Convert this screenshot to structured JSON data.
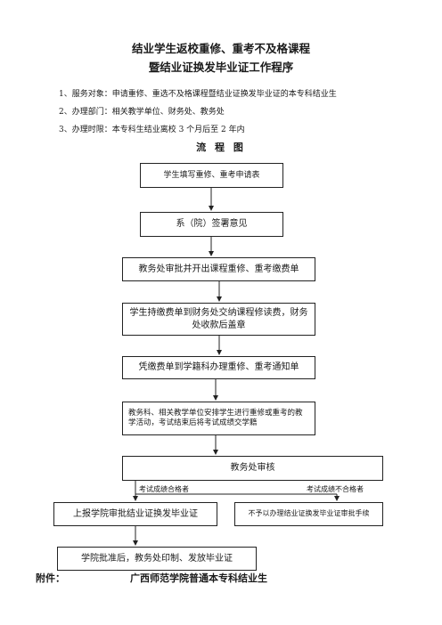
{
  "title": {
    "line1": "结业学生返校重修、重考不及格课程",
    "line2": "暨结业证换发毕业证工作程序"
  },
  "info": [
    "1、服务对象：申请重修、重选不及格课程暨结业证换发毕业证的本专科结业生",
    "2、办理部门：相关教学单位、财务处、教务处",
    "3、办理时限：本专科生结业离校 3 个月后至 2 年内"
  ],
  "flow_heading": "流 程 图",
  "steps": [
    "学生填写重修、重考申请表",
    "系（院）签署意见",
    "教务处审批并开出课程重修、重考缴费单",
    "学生持缴费单到财务处交纳课程修读费，财务处收款后盖章",
    "凭缴费单到学籍科办理重修、重考通知单",
    "教务科、相关教学单位安排学生进行重修或重考的教学活动，考试结束后将考试成绩交学籍",
    "教务处审核",
    "上报学院审批结业证换发毕业证",
    "不予以办理结业证换发毕业证审批手续",
    "学院批准后，教务处印制、发放毕业证"
  ],
  "branch_labels": {
    "pass": "考试成绩合格者",
    "fail": "考试成绩不合格者"
  },
  "footer": {
    "label": "附件：",
    "text": "广西师范学院普通本专科结业生"
  }
}
